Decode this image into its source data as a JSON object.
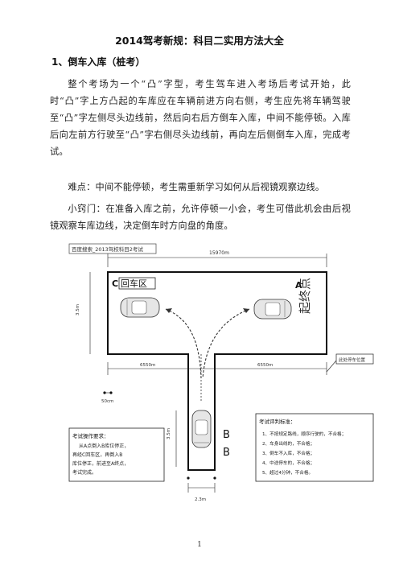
{
  "doc": {
    "title": "2014驾考新规：科目二实用方法大全",
    "section1": "1、倒车入库（桩考）",
    "paragraphs": [
      "整个考场为一个“凸”字型，考生驾车进入考场后考试开始，此时“凸”字上方凸起的车库应在车辆前进方向右侧，考生应先将车辆驾驶至“凸”字左侧尽头边线前，然后向右后方倒车入库，中间不能停顿。入库后向左前方行驶至“凸”字右侧尽头边线前，再向左后侧倒车入库，完成考试。",
      "难点：中间不能停顿，考生需重新学习如何从后视镜观察边线。",
      "小窍门：在准备入库之前，允许停顿一小会，考生可借此机会由后视镜观察车库边线，决定倒车时方向盘的角度。"
    ],
    "page_number": "1"
  },
  "figure": {
    "watermark": "百度搜索_2013驾校科目2考试",
    "dim_top": "15970m",
    "dim_side": "3.5m",
    "dim_left_half": "6550m",
    "dim_right_half": "6550m",
    "dim_gap": "50cm",
    "dim_garage_depth": "3.5m",
    "dim_garage_width": "2.3m",
    "label_c": "C",
    "label_return": "回车区",
    "label_a": "A",
    "label_start": "起终点",
    "label_b1": "B",
    "label_b2": "B",
    "callout": "此处停车位置",
    "req_box": {
      "title": "考试操作要求：",
      "lines": [
        "从A点倒入B库位停正，",
        "再经C回车区，再倒入B",
        "库位停正，前进至A终点，",
        "考试完成。"
      ]
    },
    "eval_box": {
      "title": "考试评判标准：",
      "lines": [
        "1、不按规定路线，顺序行驶的，不合格；",
        "2、车身出线的，不合格；",
        "3、倒车不入库，不合格；",
        "4、中途停车的，不合格；",
        "5、超过4分钟，不合格。"
      ]
    },
    "colors": {
      "line": "#222222",
      "dashed": "#333333",
      "car": "#dddddd"
    }
  }
}
